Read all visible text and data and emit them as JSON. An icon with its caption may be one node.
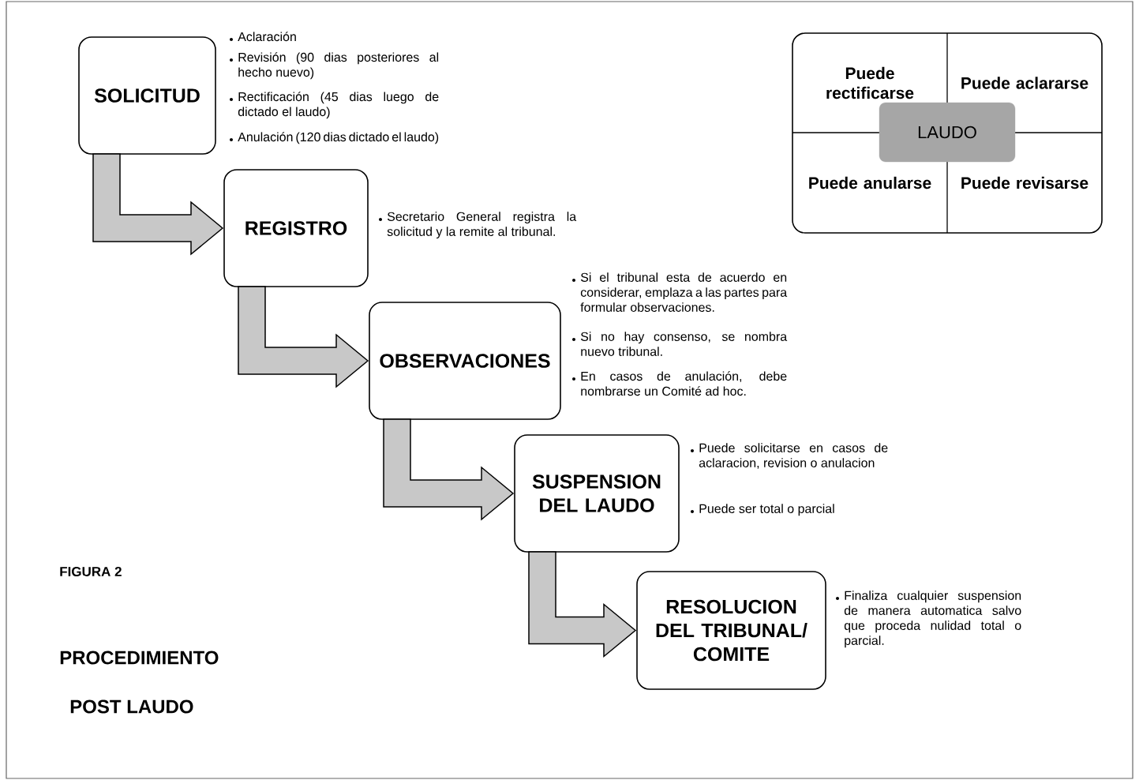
{
  "diagram": {
    "nodes": [
      {
        "text": [
          "SOLICITUD"
        ],
        "beside": [
          "Aclaración",
          "Revisión (90 dias posteriores al hecho nuevo)",
          "Rectificación (45 dias luego de dictado el laudo)",
          "Anulación (120 dias dictado el laudo)"
        ]
      },
      {
        "text": [
          "REGISTRO"
        ],
        "beside": [
          "Secretario General registra la solicitud y la remite al tribunal."
        ]
      },
      {
        "text": [
          "OBSERVACIONES"
        ],
        "beside": [
          "Si el tribunal esta de acuerdo en considerar, emplaza a las partes para formular observaciones.",
          "Si no hay consenso, se nombra nuevo tribunal.",
          "En casos de anulación, debe nombrarse un Comité ad hoc."
        ]
      },
      {
        "text": [
          "SUSPENSION DEL LAUDO"
        ],
        "beside": [
          "Puede solicitarse en casos de aclaracion, revision o anulacion",
          "Puede ser total o parcial"
        ]
      },
      {
        "text": [
          "RESOLUCION DEL TRIBUNAL/ COMITE"
        ],
        "beside": [
          "Finaliza cualquier suspension de manera automatica salvo que proceda nulidad total o parcial."
        ]
      },
      {
        "text": [],
        "shape": "box"
      },
      {
        "text": [
          "Puede rectificarse"
        ],
        "in": 5
      },
      {
        "text": [
          "Puede aclararse"
        ],
        "in": 5
      },
      {
        "text": [
          "Puede anularse"
        ],
        "in": 5
      },
      {
        "text": [
          "Puede revisarse"
        ],
        "in": 5
      },
      {
        "text": [
          "LAUDO"
        ],
        "in": 5
      }
    ],
    "edges": [
      {
        "from": 0,
        "to": 1,
        "arrow": "to"
      },
      {
        "from": 1,
        "to": 2,
        "arrow": "to"
      },
      {
        "from": 2,
        "to": 3,
        "arrow": "to"
      },
      {
        "from": 3,
        "to": 4,
        "arrow": "to"
      }
    ],
    "labels": [
      "FIGURA 2",
      "PROCEDIMIENTO",
      "POST LAUDO"
    ]
  }
}
